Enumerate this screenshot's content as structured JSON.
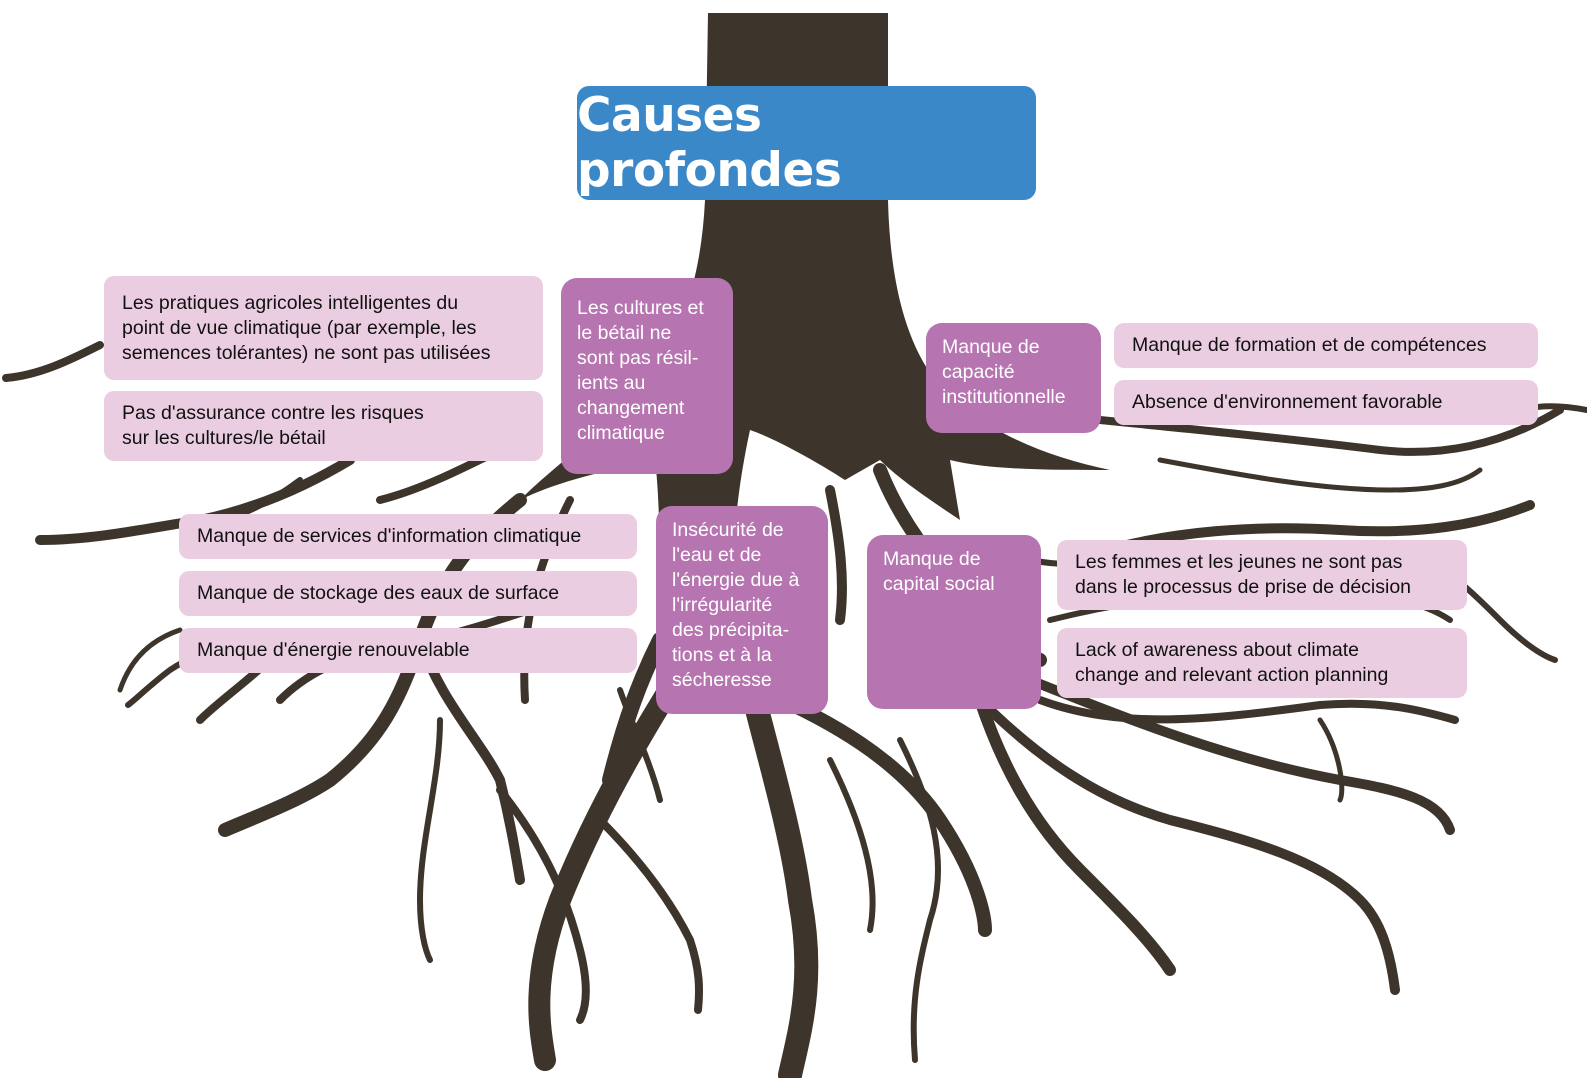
{
  "title": "Causes profondes",
  "colors": {
    "title_bg": "#3b88c8",
    "category_bg": "#b675b0",
    "item_bg": "#ebcde2",
    "root": "#3d352b"
  },
  "categories": [
    {
      "label": "Les cultures et\nle bétail ne\nsont pas résil-\nients au\nchangement\nclimatique",
      "items": [
        "Les pratiques agricoles intelligentes du\npoint de vue climatique (par exemple, les\nsemences tolérantes) ne sont pas utilisées",
        "Pas d'assurance contre les risques\nsur les cultures/le bétail"
      ]
    },
    {
      "label": "Insécurité de\nl'eau et de\nl'énergie due à\nl'irrégularité\ndes précipita-\ntions et à la\nsécheresse",
      "items": [
        "Manque de services d'information climatique",
        "Manque de stockage des eaux de surface",
        "Manque d'énergie renouvelable"
      ]
    },
    {
      "label": "Manque de\ncapacité\ninstitutionnelle",
      "items": [
        "Manque de formation et de compétences",
        "Absence d'environnement favorable"
      ]
    },
    {
      "label": "Manque de\ncapital social",
      "items": [
        "Les femmes et les jeunes ne sont pas\ndans le processus de prise de décision",
        "Lack of awareness about climate\nchange and relevant action planning"
      ]
    }
  ]
}
